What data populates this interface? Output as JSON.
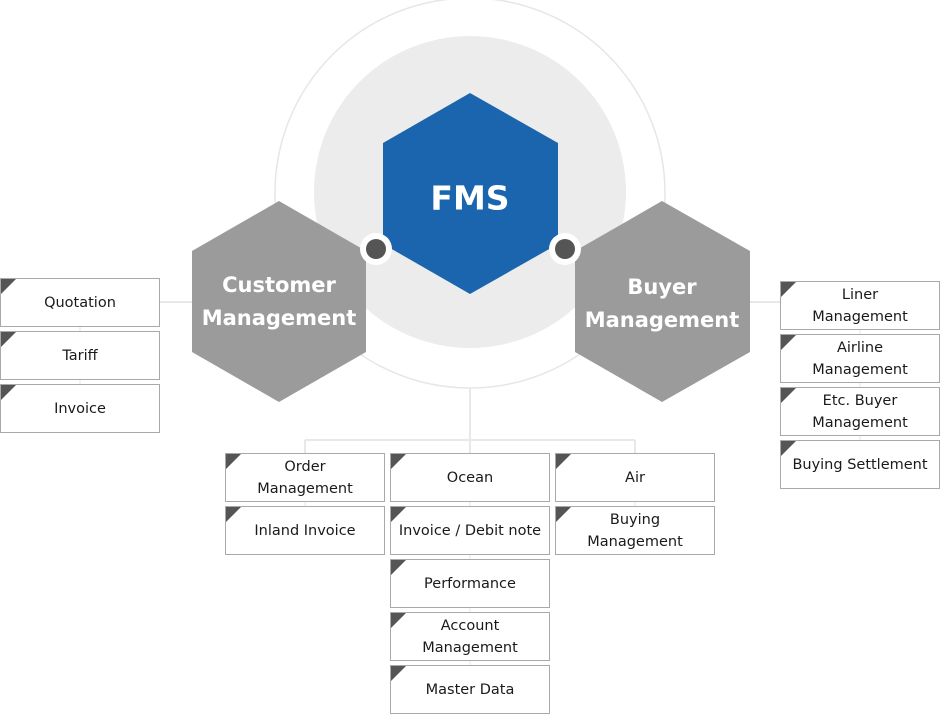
{
  "colors": {
    "center_hex": "#1a65ad",
    "side_hex": "#9b9b9b",
    "inner_circle": "#ececec",
    "outer_ring": "#e6e6e6",
    "connector": "#e8e8e8",
    "dot": "#555555",
    "box_corner": "#555555",
    "box_border": "#a9a9a9"
  },
  "center": {
    "label": "FMS"
  },
  "left_hub": {
    "label": "Customer\nManagement"
  },
  "right_hub": {
    "label": "Buyer\nManagement"
  },
  "left_items": [
    {
      "label": "Quotation"
    },
    {
      "label": "Tariff"
    },
    {
      "label": "Invoice"
    }
  ],
  "right_items": [
    {
      "label": "Liner\nManagement"
    },
    {
      "label": "Airline\nManagement"
    },
    {
      "label": "Etc. Buyer\nManagement"
    },
    {
      "label": "Buying Settlement"
    }
  ],
  "bottom_columns": [
    {
      "items": [
        {
          "label": "Order\nManagement"
        },
        {
          "label": "Inland Invoice"
        }
      ]
    },
    {
      "items": [
        {
          "label": "Ocean"
        },
        {
          "label": "Invoice / Debit note"
        },
        {
          "label": "Performance"
        },
        {
          "label": "Account\nManagement"
        },
        {
          "label": "Master Data"
        }
      ]
    },
    {
      "items": [
        {
          "label": "Air"
        },
        {
          "label": "Buying\nManagement"
        }
      ]
    }
  ]
}
